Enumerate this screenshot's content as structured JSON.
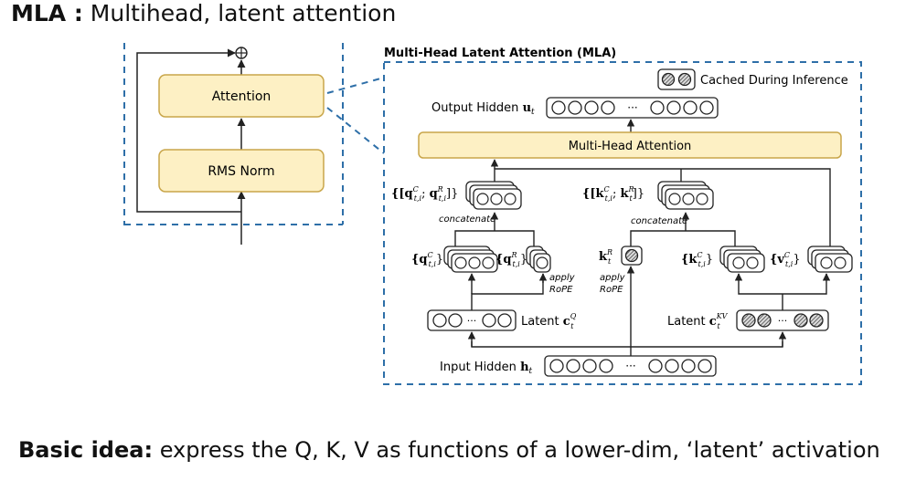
{
  "heading": {
    "bold": "MLA :",
    "rest": " Multihead, latent attention"
  },
  "footer": {
    "bold": "Basic idea:",
    "rest": " express the Q, K, V as functions of a lower-dim, ‘latent’ activation"
  },
  "block": {
    "attention": "Attention",
    "rms_norm": "RMS Norm"
  },
  "mla": {
    "title": "Multi-Head Latent Attention (MLA)",
    "legend": "Cached During Inference",
    "output_hidden": "Output Hidden",
    "output_sym": "u",
    "output_sub": "t",
    "mha": "Multi-Head Attention",
    "concatenate": "concatenate",
    "apply": "apply",
    "rope": "RoPE",
    "latent": "Latent",
    "input_hidden": "Input Hidden",
    "input_sym": "h",
    "input_sub": "t",
    "dots": "···",
    "q_cat": "{[q",
    "k_cat": "{[k",
    "qc": "{q",
    "qr": "{q",
    "kr": "k",
    "kc": "{k",
    "vc": "{v",
    "sup_c": "C",
    "sup_r": "R",
    "sup_q": "Q",
    "sup_kv": "KV",
    "sub_ti": "t,i",
    "sub_t": "t"
  },
  "colors": {
    "box_fill": "#fdf0c4",
    "box_stroke": "#c9a64a",
    "dash": "#2e6fa8",
    "cached_fill": "#8c8c8c"
  }
}
